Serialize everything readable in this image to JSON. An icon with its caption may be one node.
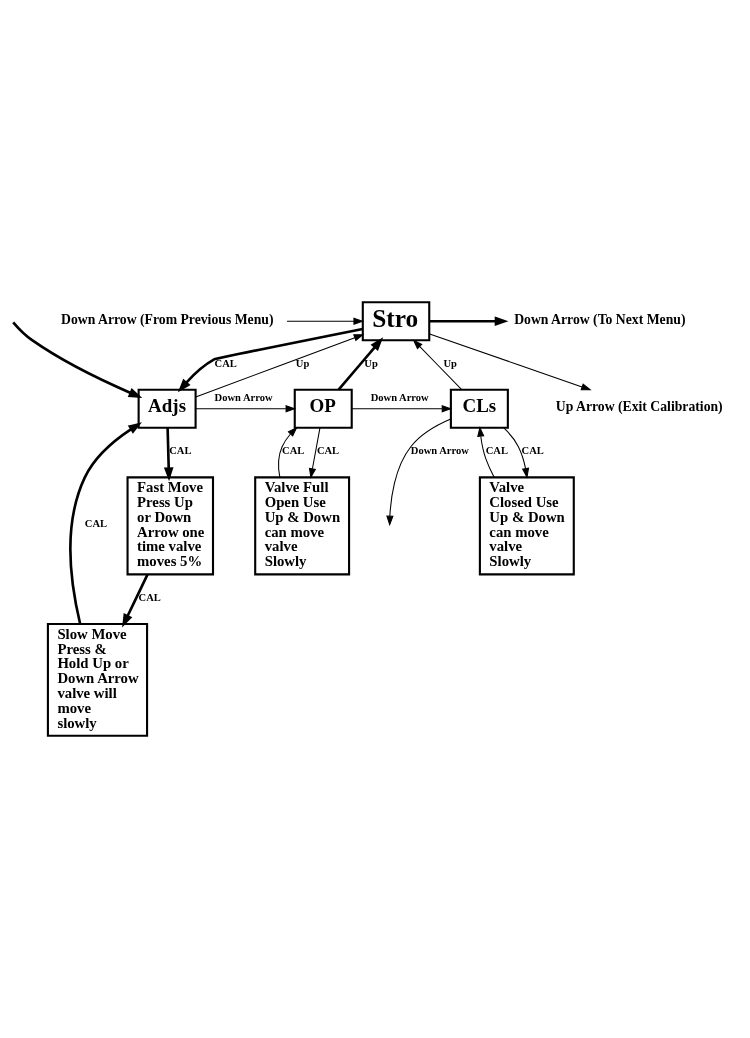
{
  "diagram": {
    "nodes": [
      {
        "text": [
          "Up Arrow (Exit Calibration)"
        ]
      },
      {
        "text": [
          "Down Arrow (From Previous Menu)"
        ]
      },
      {
        "text": [
          "Stro"
        ]
      },
      {
        "text": [
          "Down Arrow (To Next Menu)"
        ]
      },
      {
        "text": [
          "Adjs"
        ]
      },
      {
        "text": [
          "OP"
        ]
      },
      {
        "text": [
          "CLs"
        ]
      },
      {
        "text": [
          "Fast Move Press Up or Down Arrow one time valve moves 5%"
        ]
      },
      {
        "text": [
          "Slow Move Press & Hold Up or Down Arrow valve will move slowly"
        ]
      },
      {
        "text": [
          "Valve Full Open Use Up & Down can move valve Slowly"
        ]
      },
      {
        "text": [
          "Valve Closed Use Up & Down can move valve Slowly"
        ]
      }
    ],
    "edges": [
      {
        "from": 2,
        "to": 0,
        "arrow": "to"
      },
      {
        "from": 1,
        "to": 2,
        "arrow": "to"
      },
      {
        "from": 2,
        "to": 3,
        "arrow": "to",
        "style": "thick"
      },
      {
        "from": 2,
        "to": 4,
        "arrow": "to",
        "label": "CAL",
        "style": "thick"
      },
      {
        "from": 4,
        "to": 2,
        "arrow": "to",
        "label": "Up"
      },
      {
        "from": 5,
        "to": 2,
        "arrow": "to",
        "label": "Up",
        "style": "thick"
      },
      {
        "from": 6,
        "to": 2,
        "arrow": "to",
        "label": "Up"
      },
      {
        "from": null,
        "to": 4,
        "arrow": "to",
        "style": "thick"
      },
      {
        "from": 4,
        "to": 5,
        "arrow": "to",
        "label": "Down Arrow"
      },
      {
        "from": 5,
        "to": 6,
        "arrow": "to",
        "label": "Down Arrow"
      },
      {
        "from": 6,
        "to": null,
        "arrow": "to",
        "label": "Down Arrow"
      },
      {
        "from": 4,
        "to": 7,
        "arrow": "to",
        "label": "CAL",
        "style": "thick"
      },
      {
        "from": 7,
        "to": 8,
        "arrow": "to",
        "label": "CAL",
        "style": "thick"
      },
      {
        "from": 8,
        "to": 4,
        "arrow": "to",
        "label": "CAL",
        "style": "thick"
      },
      {
        "from": 5,
        "to": 9,
        "arrow": "to",
        "label": "CAL"
      },
      {
        "from": 9,
        "to": 5,
        "arrow": "to",
        "label": "CAL"
      },
      {
        "from": 6,
        "to": 10,
        "arrow": "to",
        "label": "CAL"
      },
      {
        "from": 10,
        "to": 6,
        "arrow": "to",
        "label": "CAL"
      }
    ]
  }
}
